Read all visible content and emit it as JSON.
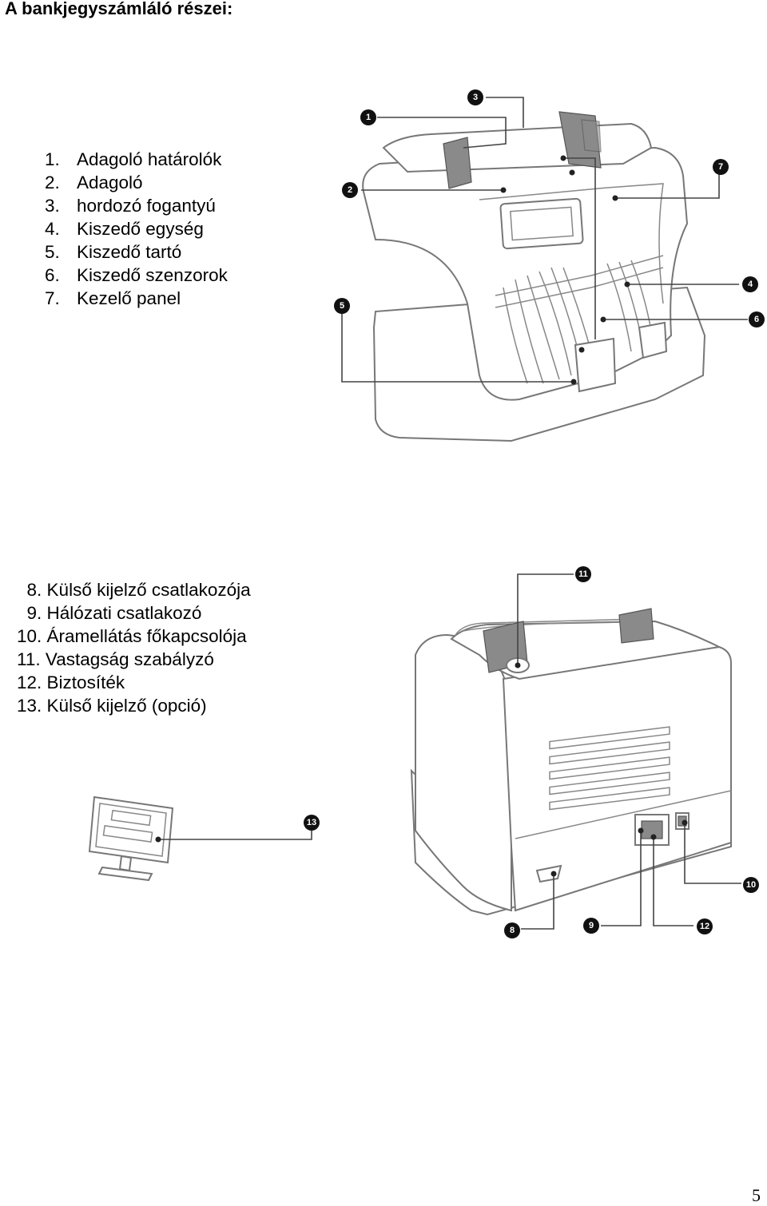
{
  "heading": "A bankjegyszámláló részei:",
  "front_parts": [
    {
      "num": "1.",
      "label": "Adagoló határolók"
    },
    {
      "num": "2.",
      "label": "Adagoló"
    },
    {
      "num": "3.",
      "label": "hordozó fogantyú"
    },
    {
      "num": "4.",
      "label": "Kiszedő egység"
    },
    {
      "num": "5.",
      "label": "Kiszedő tartó"
    },
    {
      "num": "6.",
      "label": "Kiszedő szenzorok"
    },
    {
      "num": "7.",
      "label": "Kezelő panel"
    }
  ],
  "rear_parts": [
    {
      "num": "8.",
      "label": "Külső kijelző csatlakozója"
    },
    {
      "num": "9.",
      "label": "Hálózati csatlakozó"
    },
    {
      "num": "10.",
      "label": "Áramellátás főkapcsolója"
    },
    {
      "num": "11.",
      "label": "Vastagság szabályzó"
    },
    {
      "num": "12.",
      "label": "Biztosíték"
    },
    {
      "num": "13.",
      "label": "Külső kijelző (opció)"
    }
  ],
  "callouts": {
    "c1": "1",
    "c2": "2",
    "c3": "3",
    "c4": "4",
    "c5": "5",
    "c6": "6",
    "c7": "7",
    "c8": "8",
    "c9": "9",
    "c10": "10",
    "c11": "11",
    "c12": "12",
    "c13": "13"
  },
  "page_number": "5"
}
